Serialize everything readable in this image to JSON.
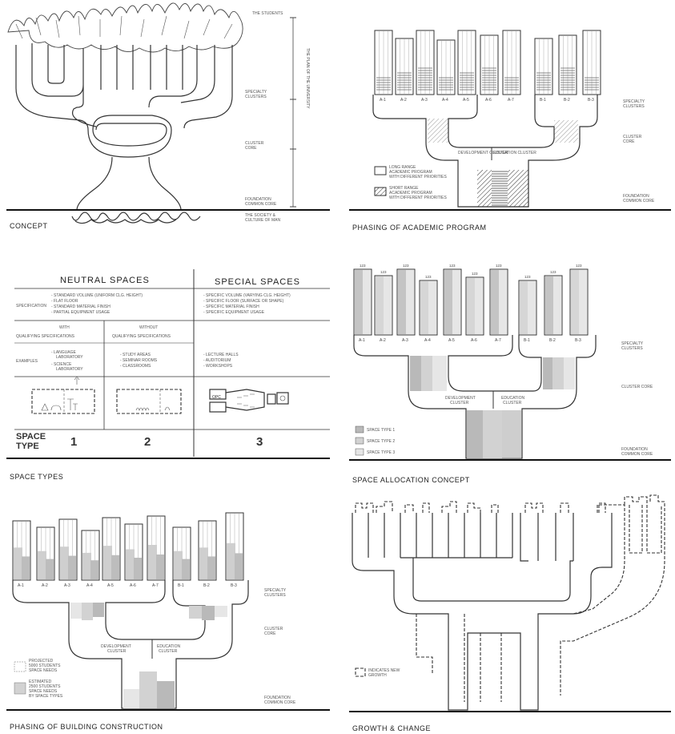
{
  "panels": {
    "concept": {
      "caption": "CONCEPT",
      "labels": {
        "students": "THE STUDENTS",
        "specialty": [
          "SPECIALTY",
          "CLUSTERS"
        ],
        "cluster": [
          "CLUSTER",
          "CORE"
        ],
        "foundation": [
          "FOUNDATION",
          "COMMON CORE"
        ],
        "society": [
          "THE SOCIETY &",
          "CULTURE OF MAN"
        ],
        "vertical": "THE PLAN OF THE UNIVERSITY"
      }
    },
    "academic": {
      "caption": "PHASING OF ACADEMIC PROGRAM",
      "units": [
        "A-1",
        "A-2",
        "A-3",
        "A-4",
        "A-5",
        "A-6",
        "A-7",
        "B-1",
        "B-2",
        "B-3"
      ],
      "right_labels": [
        [
          "SPECIALTY",
          "CLUSTERS"
        ],
        [
          "CLUSTER",
          "CORE"
        ],
        [
          "FOUNDATION",
          "COMMON CORE"
        ]
      ],
      "clusters": [
        "DEVELOPMENT CLUSTER",
        "EDUCATION CLUSTER"
      ],
      "legend": [
        [
          "LONG RANGE",
          "ACADEMIC PROGRAM",
          "WITH DIFFERENT PRIORITIES"
        ],
        [
          "SHORT RANGE",
          "ACADEMIC PROGRAM",
          "WITH DIFFERENT PRIORITIES"
        ]
      ]
    },
    "space_types": {
      "caption": "SPACE TYPES",
      "neutral": "NEUTRAL SPACES",
      "special": "SPECIAL SPACES",
      "specification_label": "SPECIFICATION",
      "neutral_spec": [
        "- STANDARD VOLUME (UNIFORM CLG. HEIGHT)",
        "- FLAT FLOOR",
        "- STANDARD MATERIAL FINISH",
        "- PARTIAL EQUIPMENT USAGE"
      ],
      "special_spec": [
        "- SPECIFIC VOLUME (VARYING CLG. HEIGHT)",
        "- SPECIFIC FLOOR (SURFACE OR SHAPE)",
        "- SPECIFIC MATERIAL FINISH",
        "- SPECIFIC EQUIPMENT USAGE"
      ],
      "with": "WITH",
      "without": "WITHOUT",
      "qualifying_label": "QUALIFYING SPECIFICATIONS",
      "qualifying_label2": "QUALIFYING SPECIFICATIONS",
      "examples_label": "EXAMPLES",
      "ex1": [
        "- LANGUAGE",
        "LABORATORY",
        "- SCIENCE",
        "LABORATORY"
      ],
      "ex2": [
        "- STUDY AREAS",
        "- SEMINAR ROOMS",
        "- CLASSROOMS"
      ],
      "ex3": [
        "- LECTURE HALLS",
        "- AUDITORIUM",
        "- WORKSHOPS"
      ],
      "space_type_label": [
        "SPACE",
        "TYPE"
      ],
      "type_numbers": [
        "1",
        "2",
        "3"
      ]
    },
    "allocation": {
      "caption": "SPACE ALLOCATION CONCEPT",
      "units": [
        "A-1",
        "A-2",
        "A-3",
        "A-4",
        "A-5",
        "A-6",
        "A-7",
        "B-1",
        "B-2",
        "B-3"
      ],
      "top_labels": [
        "123",
        "123",
        "123",
        "123",
        "123",
        "123",
        "123",
        "123",
        "123",
        "123"
      ],
      "right_labels": [
        [
          "SPECIALTY",
          "CLUSTERS"
        ],
        [
          "CLUSTER CORE"
        ],
        [
          "FOUNDATION",
          "COMMON CORE"
        ]
      ],
      "clusters": [
        [
          "DEVELOPMENT",
          "CLUSTER"
        ],
        [
          "EDUCATION",
          "CLUSTER"
        ]
      ],
      "legend": [
        "SPACE TYPE 1",
        "SPACE TYPE 2",
        "SPACE TYPE 3"
      ]
    },
    "construction": {
      "caption": "PHASING OF BUILDING CONSTRUCTION",
      "units": [
        "A-1",
        "A-2",
        "A-3",
        "A-4",
        "A-5",
        "A-6",
        "A-7",
        "B-1",
        "B-2",
        "B-3"
      ],
      "right_labels": [
        [
          "SPECIALTY",
          "CLUSTERS"
        ],
        [
          "CLUSTER",
          "CORE"
        ],
        [
          "FOUNDATION",
          "COMMON CORE"
        ]
      ],
      "clusters": [
        [
          "DEVELOPMENT",
          "CLUSTER"
        ],
        [
          "EDUCATION",
          "CLUSTER"
        ]
      ],
      "legend": [
        [
          "PROJECTED",
          "5000 STUDENTS",
          "SPACE NEEDS"
        ],
        [
          "ESTIMATED",
          "2500 STUDENTS",
          "SPACE NEEDS",
          "BY SPACE TYPES"
        ]
      ]
    },
    "growth": {
      "caption": "GROWTH & CHANGE",
      "legend": [
        "INDICATES NEW",
        "GROWTH"
      ]
    }
  }
}
